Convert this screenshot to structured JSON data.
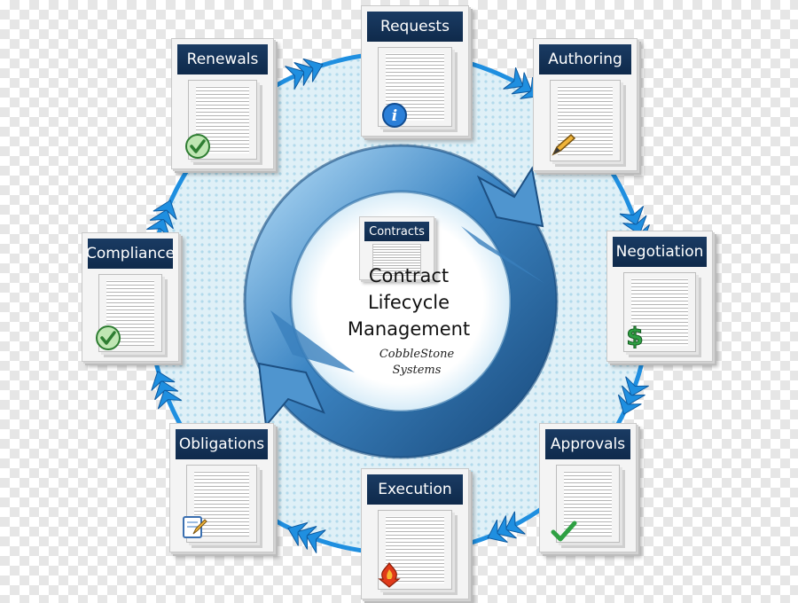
{
  "center": {
    "card_label": "Contracts",
    "title_lines": [
      "Contract",
      "Lifecycle",
      "Management"
    ],
    "brand_lines": [
      "CobbleStone",
      "Systems"
    ]
  },
  "stages": [
    {
      "id": "requests",
      "label": "Requests",
      "icon": "info-icon"
    },
    {
      "id": "authoring",
      "label": "Authoring",
      "icon": "pencil-icon"
    },
    {
      "id": "negotiation",
      "label": "Negotiation",
      "icon": "dollar-sign-icon"
    },
    {
      "id": "approvals",
      "label": "Approvals",
      "icon": "checkmark-icon"
    },
    {
      "id": "execution",
      "label": "Execution",
      "icon": "flame-arrow-icon"
    },
    {
      "id": "obligations",
      "label": "Obligations",
      "icon": "notepad-pen-icon"
    },
    {
      "id": "compliance",
      "label": "Compliance",
      "icon": "check-circle-icon"
    },
    {
      "id": "renewals",
      "label": "Renewals",
      "icon": "check-circle-icon"
    }
  ],
  "colors": {
    "label_bg": "#12325a",
    "ring": "#2f73ad",
    "ring_light": "#8fc3e8",
    "circle_fill": "#d3ebf5",
    "arrow": "#1f8fe0"
  }
}
